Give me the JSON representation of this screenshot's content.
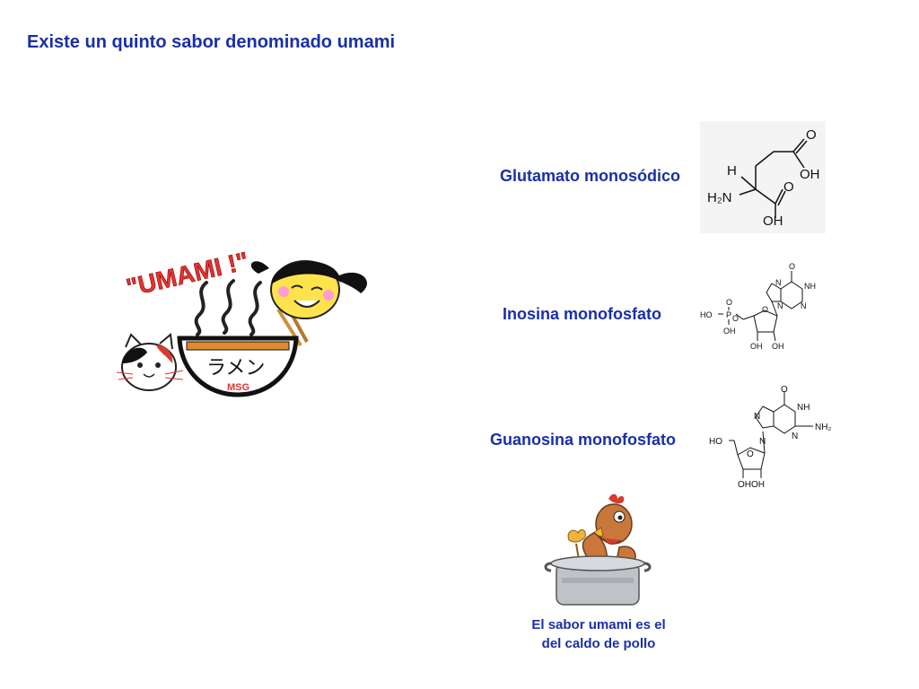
{
  "slide": {
    "title": "Existe un quinto sabor denominado umami"
  },
  "illustration": {
    "banner": "\"UMAMI !\"",
    "bowl_text": "ラメン",
    "bowl_sub": "MSG"
  },
  "compounds": [
    {
      "name": "Glutamato monosódico",
      "atoms": {
        "o_top": "O",
        "oh_top": "OH",
        "h": "H",
        "nh2": "H₂N",
        "o_mid": "O",
        "oh_bottom": "OH"
      }
    },
    {
      "name": "Inosina monofosfato",
      "atoms": {
        "o1": "O",
        "nh": "NH",
        "n1": "N",
        "n2": "N",
        "n3": "N",
        "ho": "HO",
        "p": "P",
        "o_p_top": "O",
        "oh_p": "OH",
        "o_link": "O",
        "o_ring": "O",
        "oh1": "OH",
        "oh2": "OH"
      }
    },
    {
      "name": "Guanosina monofosfato",
      "atoms": {
        "o1": "O",
        "nh": "NH",
        "nh2": "NH₂",
        "n1": "N",
        "n2": "N",
        "n3": "N",
        "ho": "HO",
        "o_ring": "O",
        "ohoh": "OHOH"
      }
    }
  ],
  "chicken": {
    "caption_line1": "El sabor umami es el",
    "caption_line2": "del caldo de pollo"
  }
}
